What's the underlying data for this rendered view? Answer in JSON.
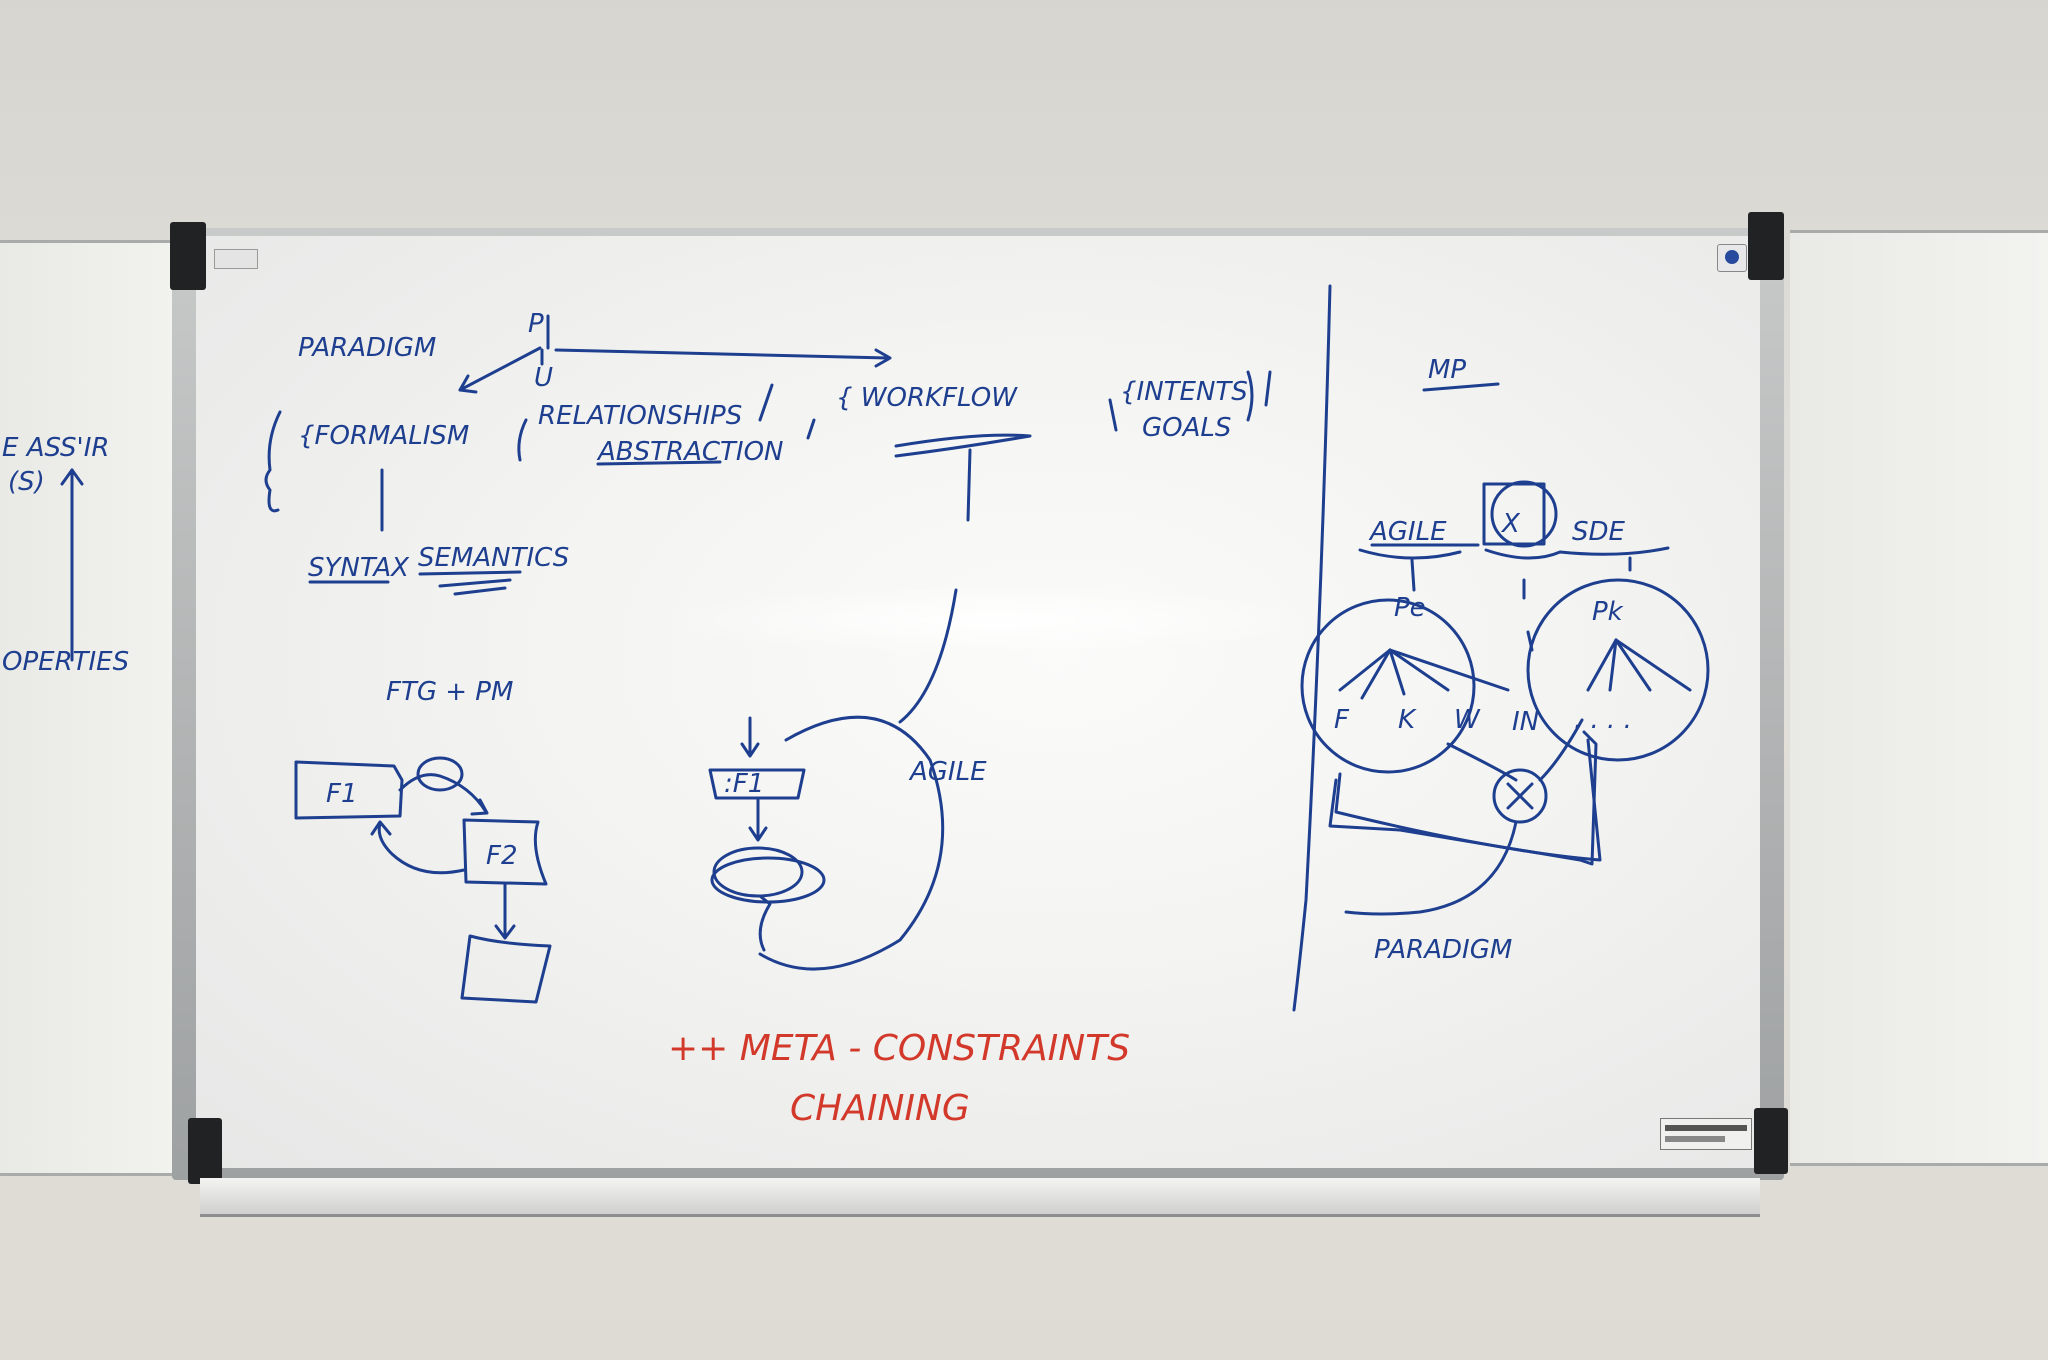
{
  "colors": {
    "blue_marker": "#1e3f8f",
    "red_marker": "#d2392a",
    "board": "#f4f4f2"
  },
  "whiteboard": {
    "title_paradigm": "PARADIGM",
    "symbol_p": "P",
    "symbol_u": "U",
    "formalism": "{FORMALISM",
    "relationships": "RELATIONSHIPS",
    "abstraction": "ABSTRACTION",
    "workflow": "{ WORKFLOW",
    "intents": "{INTENTS",
    "goals": "GOALS",
    "syntax": "SYNTAX",
    "semantics": "SEMANTICS",
    "ftg_pm": "FTG + PM",
    "f1": "F1",
    "f2": "F2",
    "f1_instance": ":F1",
    "agile_label": "AGILE",
    "mp": "MP",
    "agile": "AGILE",
    "x_op": "X",
    "sde": "SDE",
    "p_e": "Pe",
    "p_k": "Pk",
    "leaf_f": "F",
    "leaf_k": "K",
    "leaf_w": "W",
    "leaf_in": "IN",
    "leaf_dots": ". . . .",
    "paradigm_bottom": "PARADIGM",
    "meta_constraints": "++ META - CONSTRAINTS",
    "chaining": "CHAINING",
    "left_board_text_1": "E ASS'IR",
    "left_board_text_2": "(S)",
    "left_board_text_3": "OPERTIES"
  }
}
